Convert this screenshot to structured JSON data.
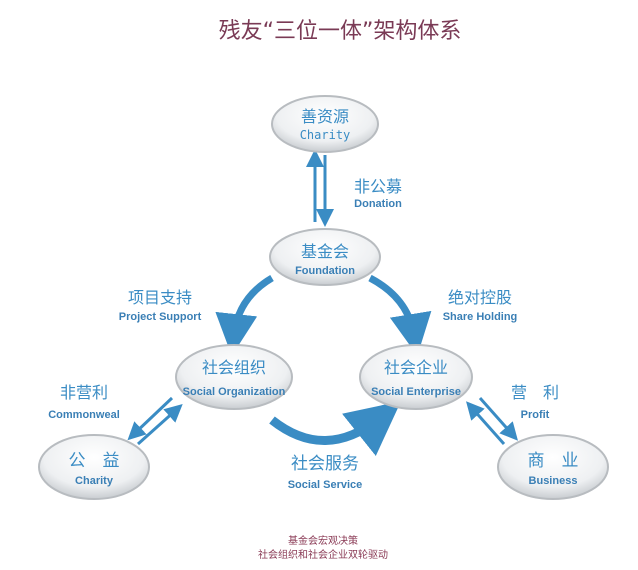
{
  "title": "残友“三位一体”架构体系",
  "nodes": {
    "source": {
      "zh": "善资源",
      "en": "Charity"
    },
    "foundation": {
      "zh": "基金会",
      "en": "Foundation"
    },
    "social_org": {
      "zh": "社会组织",
      "en": "Social Organization"
    },
    "social_ent": {
      "zh": "社会企业",
      "en": "Social Enterprise"
    },
    "charity": {
      "zh": "公　益",
      "en": "Charity"
    },
    "business": {
      "zh": "商　业",
      "en": "Business"
    }
  },
  "edges": {
    "donation": {
      "zh": "非公募",
      "en": "Donation"
    },
    "project_support": {
      "zh": "项目支持",
      "en": "Project Support"
    },
    "share_holding": {
      "zh": "绝对控股",
      "en": "Share Holding"
    },
    "commonweal": {
      "zh": "非营利",
      "en": "Commonweal"
    },
    "profit": {
      "zh": "营　利",
      "en": "Profit"
    },
    "social_service": {
      "zh": "社会服务",
      "en": "Social Service"
    }
  },
  "footer": {
    "line1": "基金会宏观决策",
    "line2": "社会组织和社会企业双轮驱动"
  },
  "colors": {
    "accent": "#3a8cc4",
    "title": "#7a3a55"
  }
}
